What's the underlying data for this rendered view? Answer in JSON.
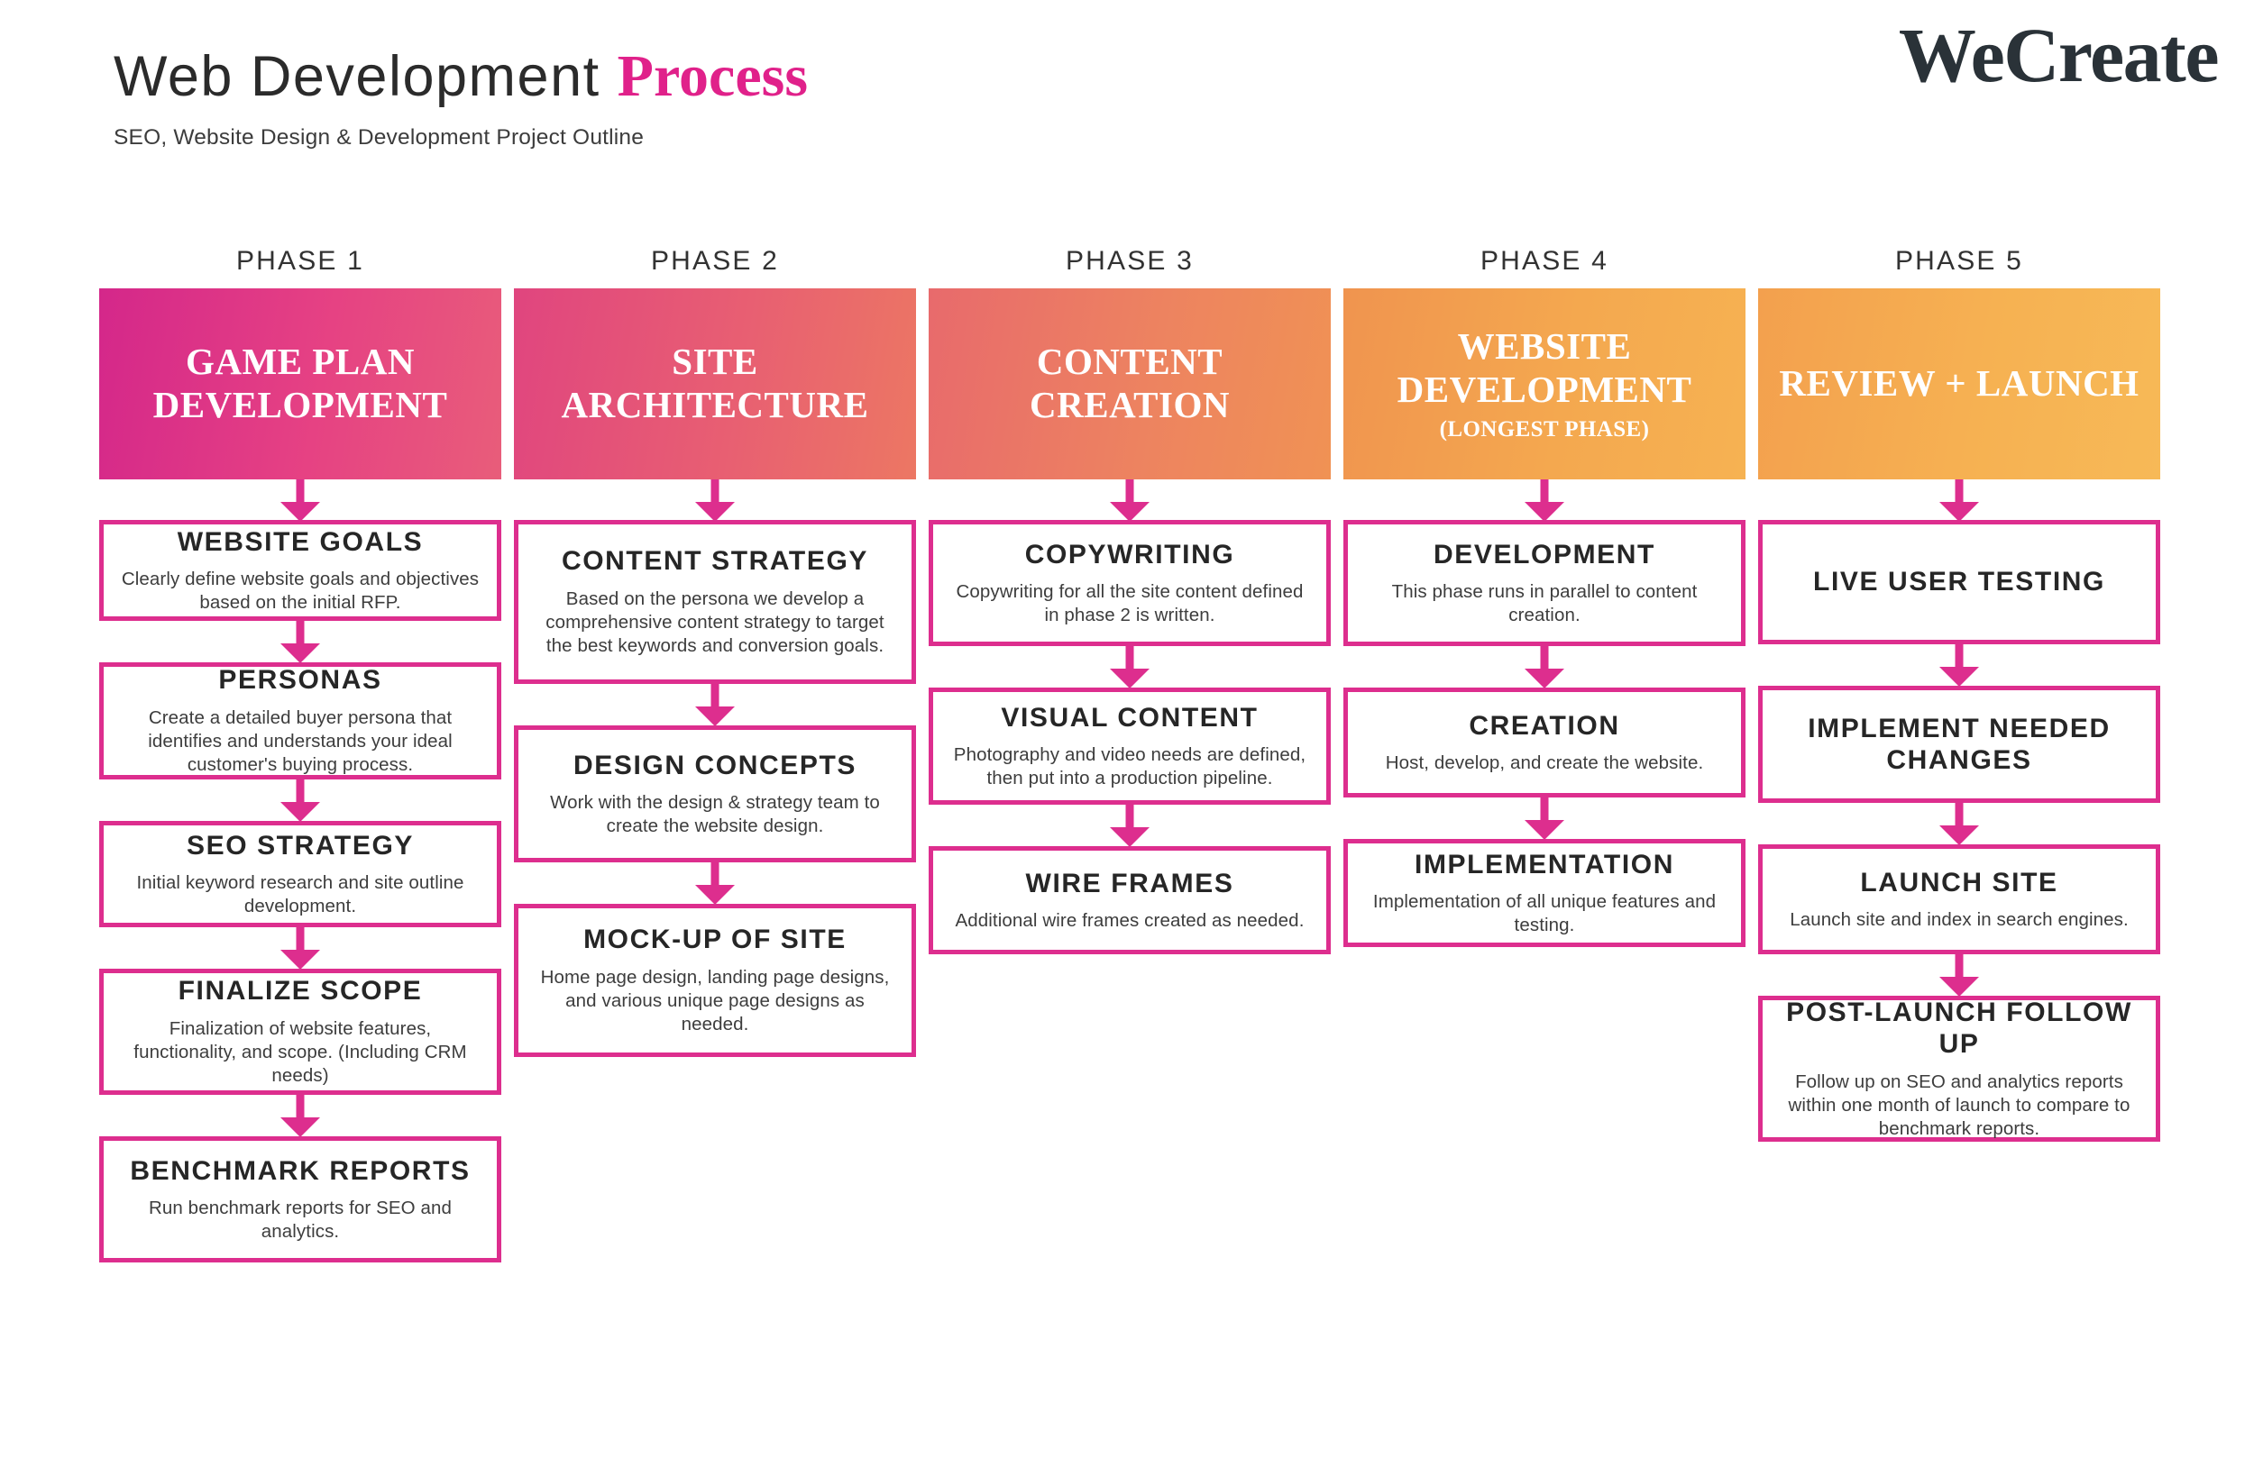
{
  "header": {
    "title_main": "Web Development",
    "title_accent": "Process",
    "subtitle": "SEO, Website Design & Development Project Outline",
    "logo": "WeCreate"
  },
  "colors": {
    "accent_pink": "#dd2e8e",
    "title_accent": "#e0218a",
    "banner_start": "#d4278a",
    "banner_end": "#f7b957",
    "logo": "#2a3238",
    "text_dark": "#262626",
    "text_body": "#3d3d3d"
  },
  "phases": [
    {
      "label": "PHASE 1",
      "banner_title": "GAME PLAN DEVELOPMENT",
      "banner_note": "",
      "steps": [
        {
          "title": "WEBSITE GOALS",
          "desc": "Clearly define website goals and objectives based on the initial RFP.",
          "height": 112
        },
        {
          "title": "PERSONAS",
          "desc": "Create a detailed buyer persona that identifies and understands your ideal customer's buying process.",
          "height": 130
        },
        {
          "title": "SEO STRATEGY",
          "desc": "Initial keyword research and site outline development.",
          "height": 118
        },
        {
          "title": "FINALIZE SCOPE",
          "desc": "Finalization of website features, functionality, and scope. (Including CRM needs)",
          "height": 140
        },
        {
          "title": "BENCHMARK REPORTS",
          "desc": "Run benchmark reports for SEO and analytics.",
          "height": 140
        }
      ]
    },
    {
      "label": "PHASE 2",
      "banner_title": "SITE ARCHITECTURE",
      "banner_note": "",
      "steps": [
        {
          "title": "CONTENT STRATEGY",
          "desc": "Based on the persona we develop a comprehensive content strategy to target the best keywords and conversion goals.",
          "height": 182
        },
        {
          "title": "DESIGN CONCEPTS",
          "desc": "Work with the design & strategy team to create the website design.",
          "height": 152
        },
        {
          "title": "MOCK-UP OF SITE",
          "desc": "Home page design, landing page designs, and various unique page designs as needed.",
          "height": 170
        }
      ]
    },
    {
      "label": "PHASE 3",
      "banner_title": "CONTENT CREATION",
      "banner_note": "",
      "steps": [
        {
          "title": "COPYWRITING",
          "desc": "Copywriting for all the site content defined in phase 2 is written.",
          "height": 140
        },
        {
          "title": "VISUAL CONTENT",
          "desc": "Photography and video needs are defined, then put into a production pipeline.",
          "height": 130
        },
        {
          "title": "WIRE FRAMES",
          "desc": "Additional wire frames created as needed.",
          "height": 120
        }
      ]
    },
    {
      "label": "PHASE 4",
      "banner_title": "WEBSITE DEVELOPMENT",
      "banner_note": "(LONGEST PHASE)",
      "steps": [
        {
          "title": "DEVELOPMENT",
          "desc": "This phase runs in parallel to content creation.",
          "height": 140
        },
        {
          "title": "CREATION",
          "desc": "Host, develop, and create the website.",
          "height": 122
        },
        {
          "title": "IMPLEMENTATION",
          "desc": "Implementation of all unique features and testing.",
          "height": 120
        }
      ]
    },
    {
      "label": "PHASE 5",
      "banner_title": "REVIEW + LAUNCH",
      "banner_note": "",
      "steps": [
        {
          "title": "LIVE USER TESTING",
          "desc": "",
          "height": 138
        },
        {
          "title": "IMPLEMENT NEEDED CHANGES",
          "desc": "",
          "height": 130
        },
        {
          "title": "LAUNCH SITE",
          "desc": "Launch site and index in search engines.",
          "height": 122
        },
        {
          "title": "POST-LAUNCH FOLLOW UP",
          "desc": "Follow up on SEO and analytics reports within one month of launch to compare to benchmark reports.",
          "height": 162
        }
      ]
    }
  ]
}
